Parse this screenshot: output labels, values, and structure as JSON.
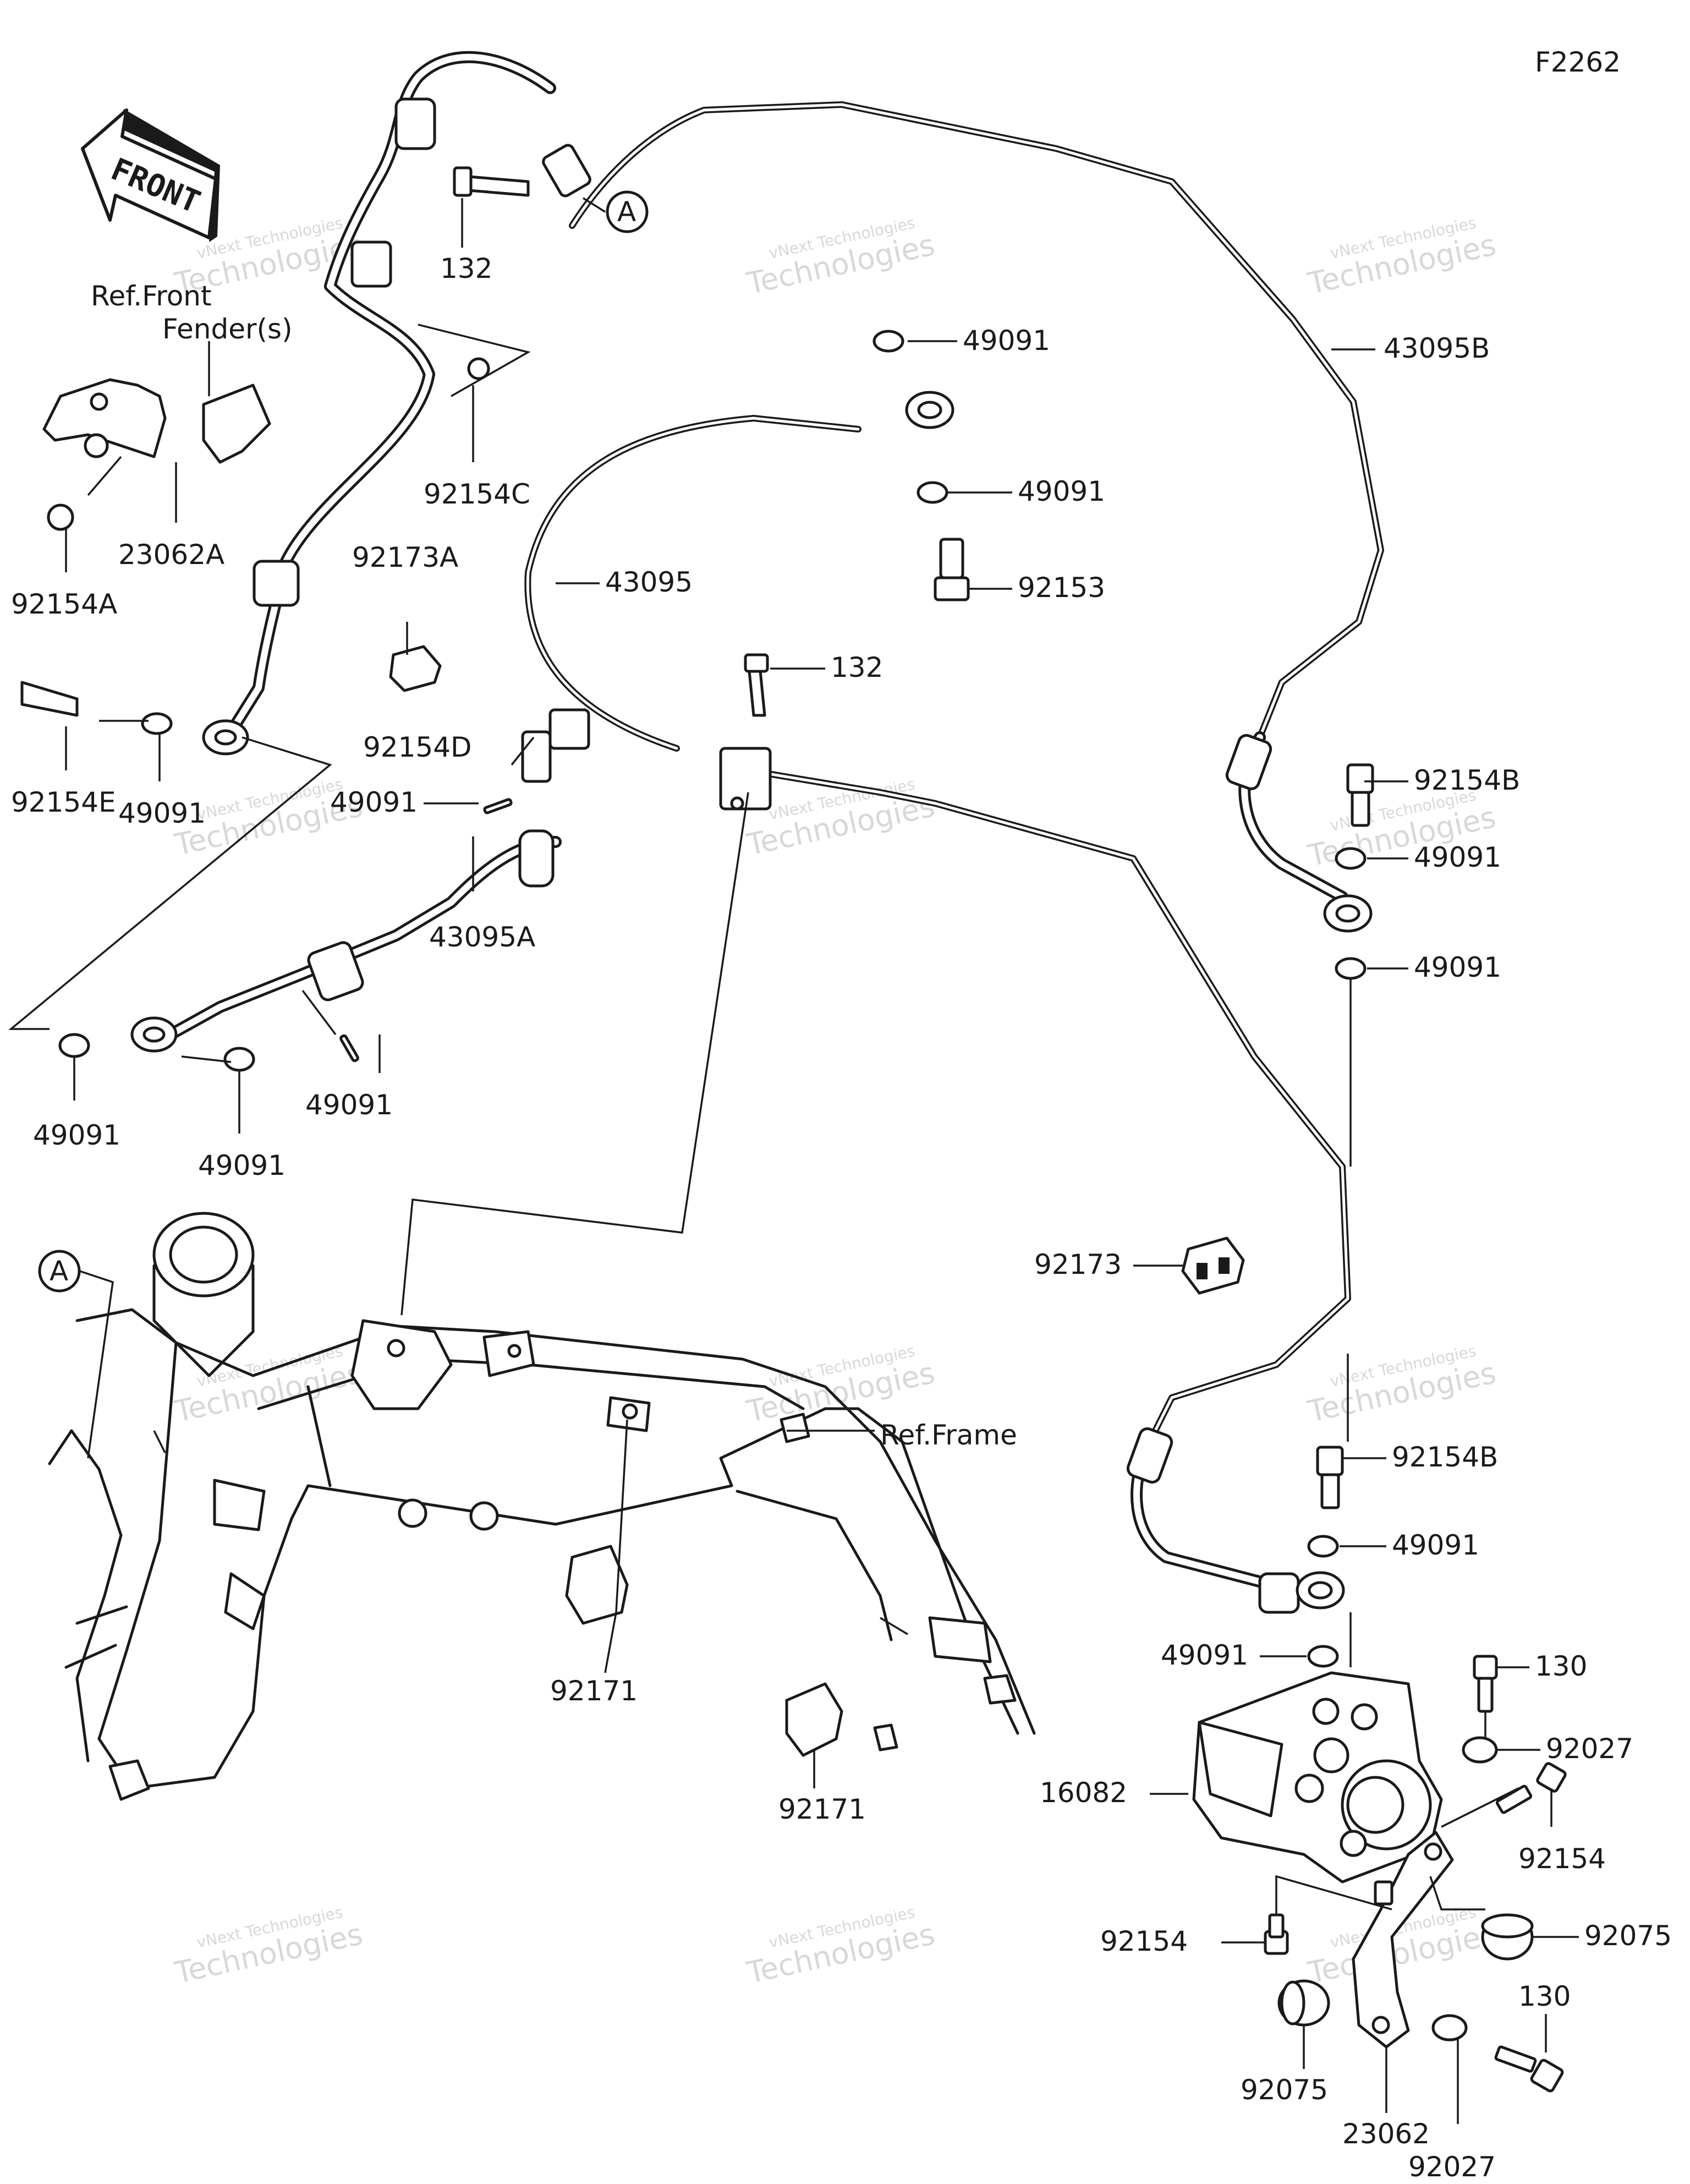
{
  "diagram_code": "F2262",
  "front_arrow": {
    "label": "FRONT",
    "icon": "front-direction-arrow-icon"
  },
  "references": {
    "front_fender": [
      "Ref.Front",
      "Fender(s)"
    ],
    "frame": "Ref.Frame"
  },
  "connector_marker": "A",
  "watermark": {
    "line1": "vNext Technologies",
    "line2": "Technologies"
  },
  "part_labels": {
    "p132_top": "132",
    "p132_mid": "132",
    "p43095B": "43095B",
    "p43095": "43095",
    "p43095A": "43095A",
    "p49091_top1": "49091",
    "p49091_top2": "49091",
    "p92153": "92153",
    "p92154C": "92154C",
    "p92173A": "92173A",
    "p23062A": "23062A",
    "p92154A": "92154A",
    "p92154E": "92154E",
    "p49091_left": "49091",
    "p92154D": "92154D",
    "p49091_mid": "49091",
    "p49091_lower": "49091",
    "p49091_bl1": "49091",
    "p49091_bl2": "49091",
    "p92154B_1": "92154B",
    "p49091_r1": "49091",
    "p49091_r2": "49091",
    "p92173": "92173",
    "p92154B_2": "92154B",
    "p49091_r3": "49091",
    "p49091_r4": "49091",
    "p130_a": "130",
    "p92027_a": "92027",
    "p16082": "16082",
    "p92154_a": "92154",
    "p92154_b": "92154",
    "p92075_a": "92075",
    "p92075_b": "92075",
    "p130_b": "130",
    "p23062": "23062",
    "p92027_b": "92027",
    "p92171_a": "92171",
    "p92171_b": "92171"
  }
}
